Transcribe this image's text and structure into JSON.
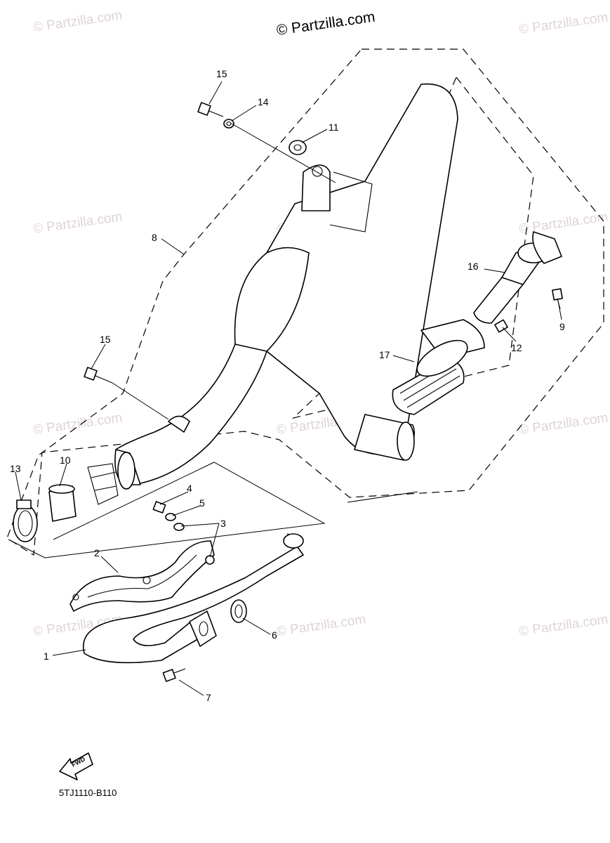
{
  "copyright": "© Partzilla.com",
  "watermark": "© Partzilla.com",
  "diagram_code": "5TJ1110-B110",
  "fwd_label": "FWD",
  "callouts": {
    "c1": "1",
    "c2": "2",
    "c3": "3",
    "c4": "4",
    "c5": "5",
    "c6": "6",
    "c7": "7",
    "c8": "8",
    "c9": "9",
    "c10": "10",
    "c11": "11",
    "c12": "12",
    "c13": "13",
    "c14": "14",
    "c15a": "15",
    "c15b": "15",
    "c16": "16",
    "c17": "17"
  }
}
